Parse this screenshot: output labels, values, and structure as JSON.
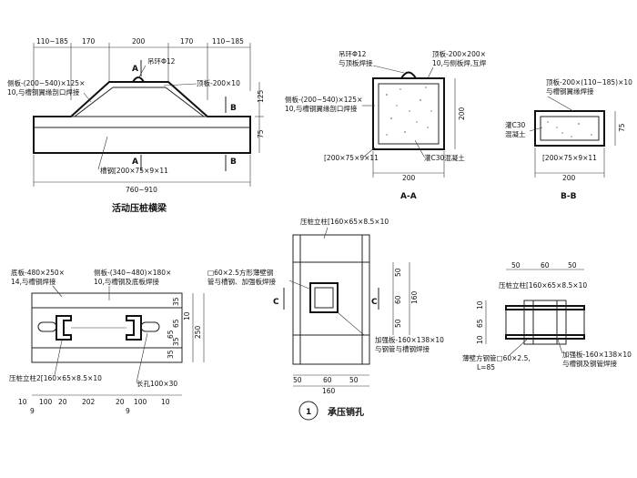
{
  "beam": {
    "dims_top": [
      "110~185",
      "170",
      "200",
      "170",
      "110~185"
    ],
    "section_mark_a": "A",
    "section_mark_b": "B",
    "ring_label": "吊环Φ12",
    "side_plate_label_1": "侧板-(200~540)×125×",
    "side_plate_label_2": "10,与槽钢翼缘剖口焊接",
    "top_plate_label": "顶板-200×10",
    "channel_label": "槽钢[200×75×9×11",
    "right_dims": [
      "125",
      "75"
    ],
    "bottom_dim": "760~910",
    "title": "活动压桩横梁"
  },
  "section_aa": {
    "ring_label_1": "吊环Φ12",
    "ring_label_2": "与顶板焊接",
    "top_plate_label_1": "顶板-200×200×",
    "top_plate_label_2": "10,与侧板焊,互焊",
    "side_plate_label_1": "侧板-(200~540)×125×",
    "side_plate_label_2": "10,与槽钢翼缘剖口焊接",
    "height_dim": "200",
    "channel_label": "[200×75×9×11",
    "concrete_label": "灌C30混凝土",
    "width_dim": "200",
    "title": "A-A"
  },
  "section_bb": {
    "top_plate_label_1": "顶板-200×(110~185)×10",
    "top_plate_label_2": "与槽钢翼缘焊接",
    "concrete_label_1": "灌C30",
    "concrete_label_2": "混凝土",
    "height_dim": "75",
    "channel_label": "[200×75×9×11",
    "width_dim": "200",
    "title": "B-B"
  },
  "plan": {
    "base_plate_label_1": "底板-480×250×",
    "base_plate_label_2": "14,与槽钢焊接",
    "side_plate_label_1": "侧板-(340~480)×180×",
    "side_plate_label_2": "10,与槽钢及底板焊接",
    "right_dims": [
      "35",
      "65",
      "35",
      "10",
      "250",
      "65",
      "35"
    ],
    "column_label": "压桩立柱2[160×65×8.5×10",
    "slot_label": "长孔100×30",
    "bottom_dims": [
      "10",
      "100",
      "20",
      "202",
      "20",
      "100",
      "10"
    ],
    "bottom_dims_sub": [
      "9",
      "9"
    ]
  },
  "pin_hole": {
    "column_label": "压桩立柱[160×65×8.5×10",
    "tube_label_1": "□60×2.5方形薄壁钢",
    "tube_label_2": "管与槽钢、加强板焊接",
    "section_mark": "C",
    "right_dims": [
      "50",
      "60",
      "50",
      "160"
    ],
    "stiffener_label_1": "加强板-160×138×10",
    "stiffener_label_2": "与钢管与槽钢焊接",
    "bottom_dims": [
      "50",
      "60",
      "50"
    ],
    "total_dim": "160",
    "callout_number": "1",
    "title": "承压销孔"
  },
  "section_cc": {
    "top_dims": [
      "50",
      "60",
      "50"
    ],
    "column_label": "压桩立柱[160×65×8.5×10",
    "left_dims": [
      "10",
      "65",
      "10"
    ],
    "tube_label_1": "薄壁方钢管□60×2.5,",
    "tube_label_2": "L=85",
    "stiffener_label_1": "加强板-160×138×10",
    "stiffener_label_2": "与槽钢及钢管焊接"
  }
}
